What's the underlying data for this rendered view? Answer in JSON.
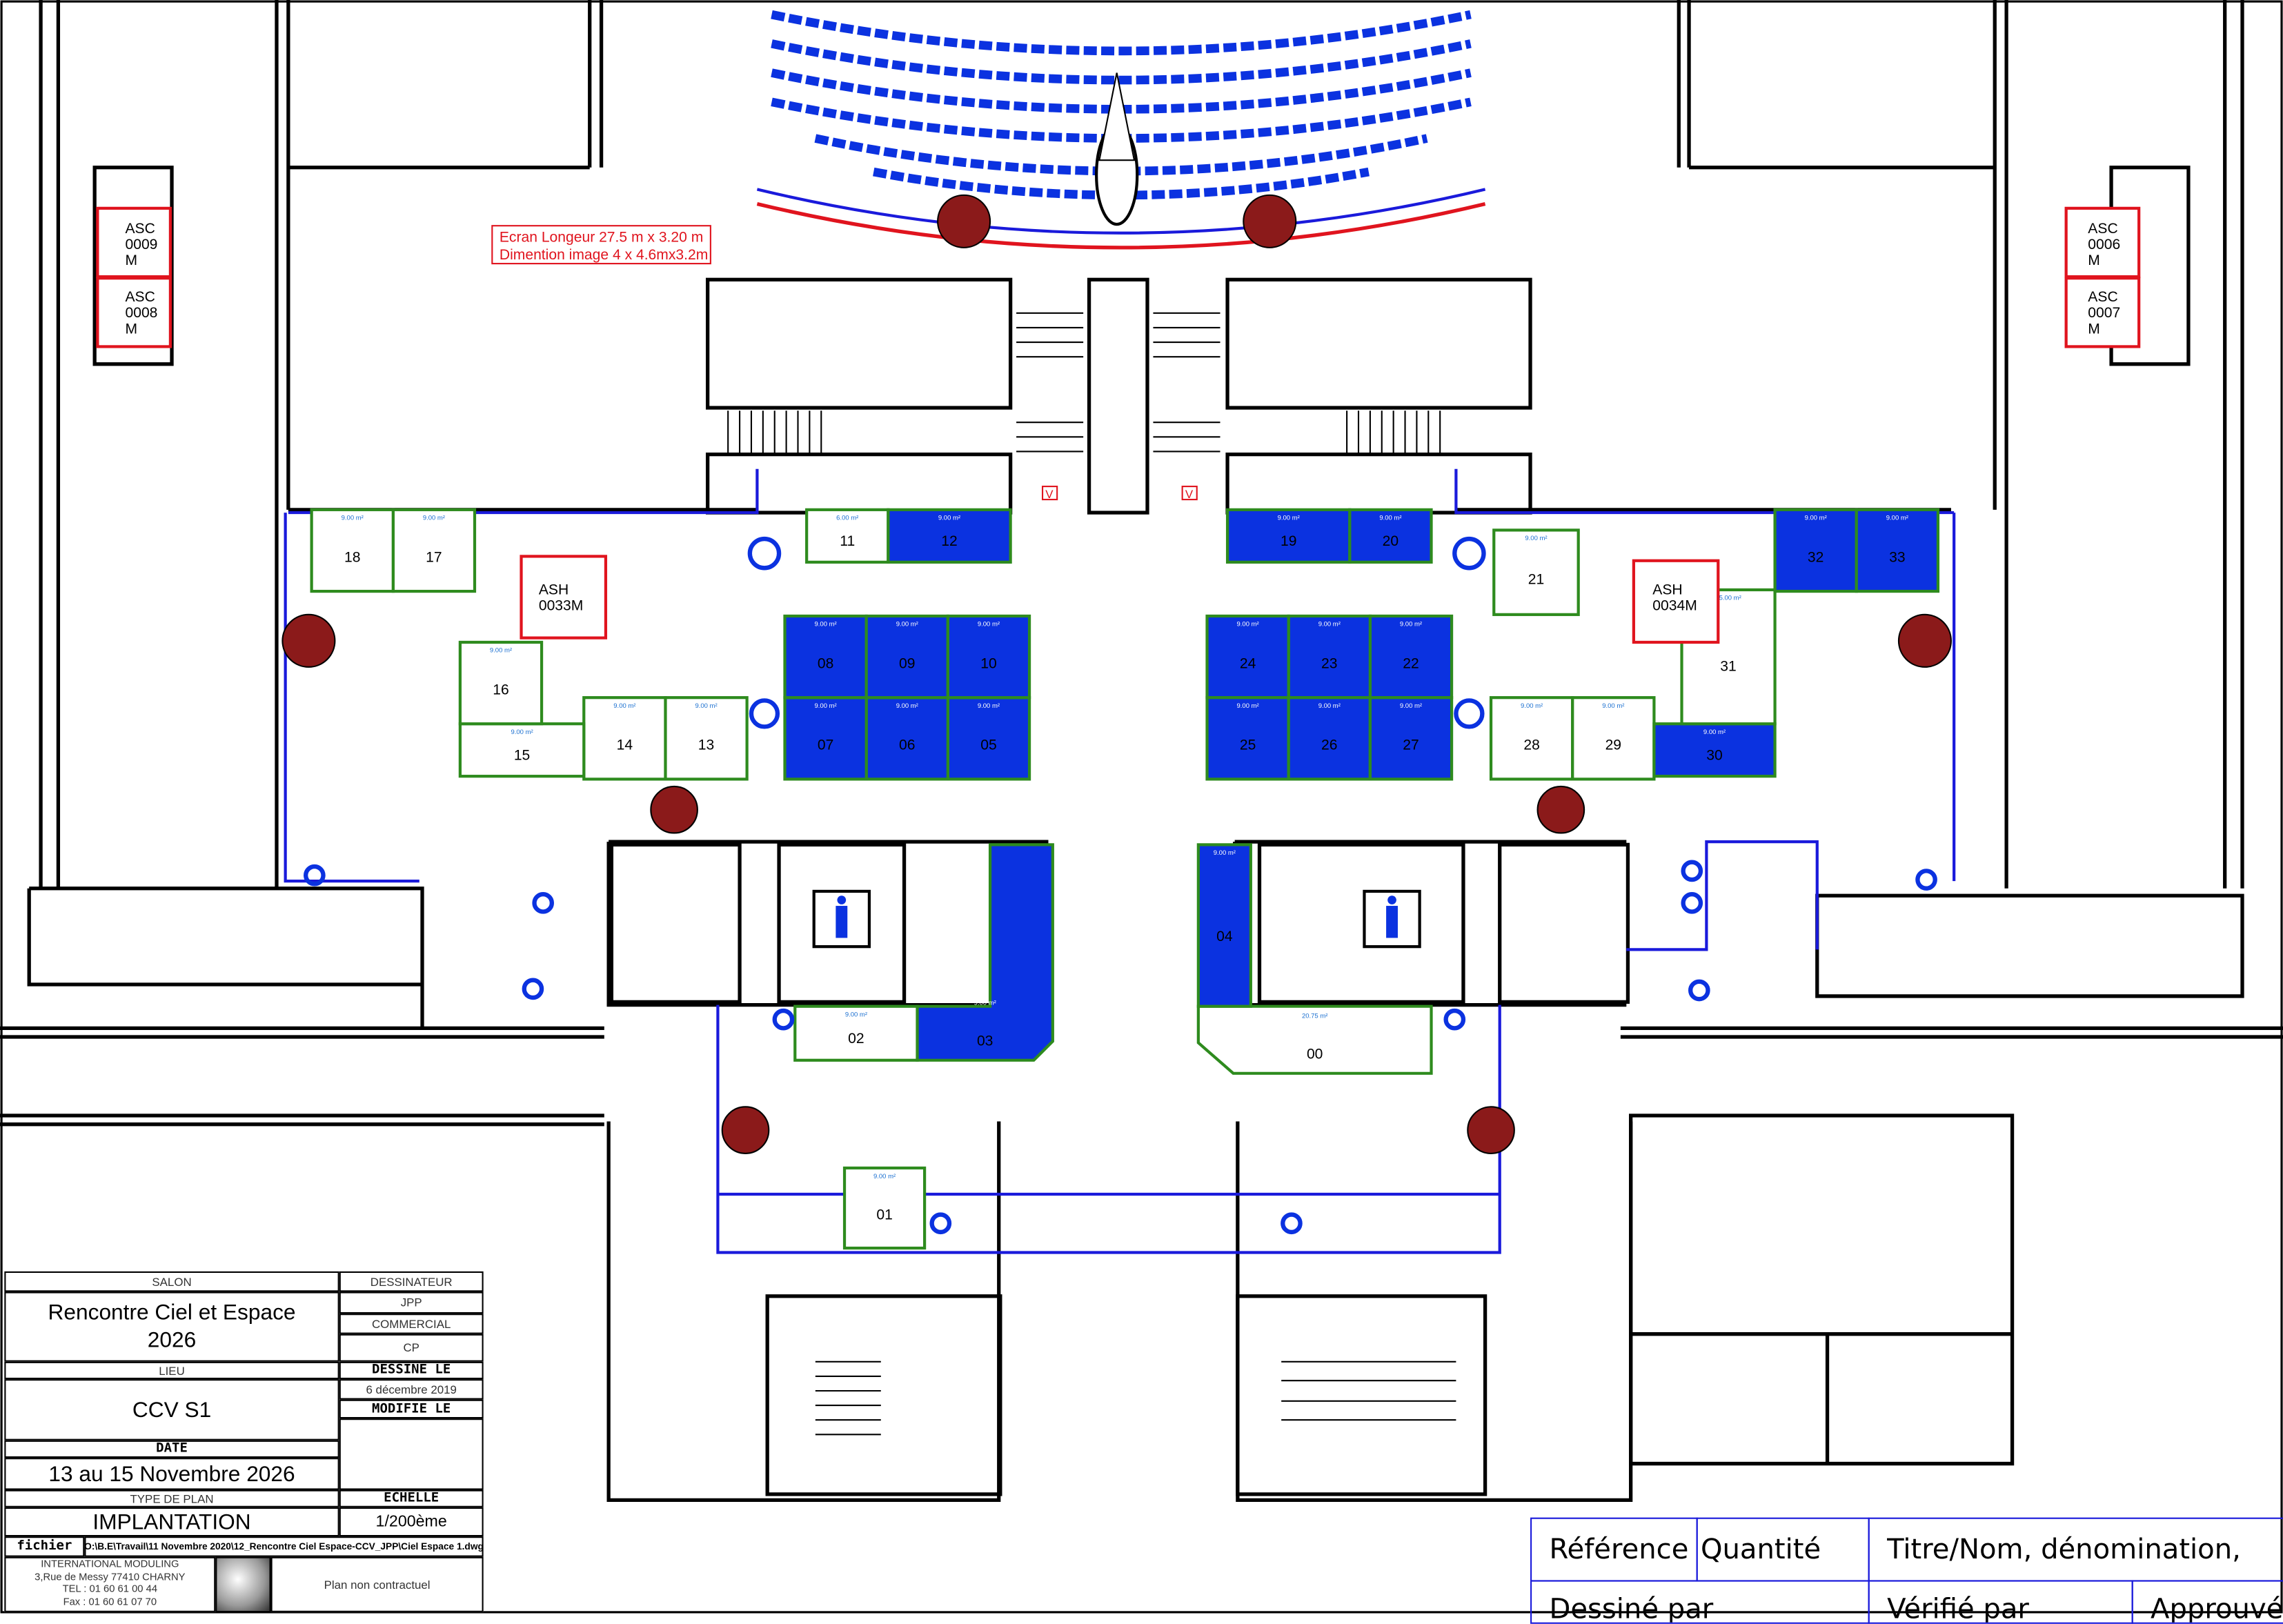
{
  "plan": {
    "screen_note_line1": "Ecran Longeur 27.5 m x 3.20 m",
    "screen_note_line2": "Dimention image 4 x 4.6mx3.2m",
    "elevators": [
      {
        "label": "ASC\n0009\nM"
      },
      {
        "label": "ASC\n0008\nM"
      },
      {
        "label": "ASC\n0006\nM"
      },
      {
        "label": "ASC\n0007\nM"
      }
    ],
    "ash": [
      {
        "label": "ASH\n0033M"
      },
      {
        "label": "ASH\n0034M"
      }
    ],
    "v_marker": "V"
  },
  "booths": [
    {
      "id": "00",
      "area": "20.75 m²",
      "occupied": false
    },
    {
      "id": "01",
      "area": "9.00 m²",
      "occupied": false
    },
    {
      "id": "02",
      "area": "9.00 m²",
      "occupied": false
    },
    {
      "id": "03",
      "area": "9.00 m²",
      "occupied": true
    },
    {
      "id": "04",
      "area": "9.00 m²",
      "occupied": true
    },
    {
      "id": "05",
      "area": "9.00 m²",
      "occupied": true
    },
    {
      "id": "06",
      "area": "9.00 m²",
      "occupied": true
    },
    {
      "id": "07",
      "area": "9.00 m²",
      "occupied": true
    },
    {
      "id": "08",
      "area": "9.00 m²",
      "occupied": true
    },
    {
      "id": "09",
      "area": "9.00 m²",
      "occupied": true
    },
    {
      "id": "10",
      "area": "9.00 m²",
      "occupied": true
    },
    {
      "id": "11",
      "area": "6.00 m²",
      "occupied": false
    },
    {
      "id": "12",
      "area": "9.00 m²",
      "occupied": true
    },
    {
      "id": "13",
      "area": "9.00 m²",
      "occupied": false
    },
    {
      "id": "14",
      "area": "9.00 m²",
      "occupied": false
    },
    {
      "id": "15",
      "area": "9.00 m²",
      "occupied": false
    },
    {
      "id": "16",
      "area": "9.00 m²",
      "occupied": false
    },
    {
      "id": "17",
      "area": "9.00 m²",
      "occupied": false
    },
    {
      "id": "18",
      "area": "9.00 m²",
      "occupied": false
    },
    {
      "id": "19",
      "area": "9.00 m²",
      "occupied": true
    },
    {
      "id": "20",
      "area": "9.00 m²",
      "occupied": true
    },
    {
      "id": "21",
      "area": "9.00 m²",
      "occupied": false
    },
    {
      "id": "22",
      "area": "9.00 m²",
      "occupied": true
    },
    {
      "id": "23",
      "area": "9.00 m²",
      "occupied": true
    },
    {
      "id": "24",
      "area": "9.00 m²",
      "occupied": true
    },
    {
      "id": "25",
      "area": "9.00 m²",
      "occupied": true
    },
    {
      "id": "26",
      "area": "9.00 m²",
      "occupied": true
    },
    {
      "id": "27",
      "area": "9.00 m²",
      "occupied": true
    },
    {
      "id": "28",
      "area": "9.00 m²",
      "occupied": false
    },
    {
      "id": "29",
      "area": "9.00 m²",
      "occupied": false
    },
    {
      "id": "30",
      "area": "9.00 m²",
      "occupied": true
    },
    {
      "id": "31",
      "area": "15.00 m²",
      "occupied": false
    },
    {
      "id": "32",
      "area": "9.00 m²",
      "occupied": true
    },
    {
      "id": "33",
      "area": "9.00 m²",
      "occupied": true
    }
  ],
  "colors": {
    "occupied": "#0b32e0",
    "booth_border": "#2e8b1e",
    "wall": "#000000",
    "route": "#1a1adb",
    "safety": "#e0141e"
  },
  "title_block": {
    "salon_label": "SALON",
    "salon": "Rencontre Ciel et Espace 2026",
    "lieu_label": "LIEU",
    "lieu": "CCV S1",
    "date_label": "DATE",
    "date": "13 au 15 Novembre 2026",
    "type_label": "TYPE DE PLAN",
    "type": "IMPLANTATION",
    "dessinateur_label": "DESSINATEUR",
    "dessinateur": "JPP",
    "commercial_label": "COMMERCIAL",
    "commercial": "CP",
    "dessine_le_label": "DESSINE LE",
    "dessine_le": "6 décembre 2019",
    "modifie_le_label": "MODIFIE LE",
    "echelle_label": "ECHELLE",
    "echelle": "1/200ème",
    "fichier_label": "fichier",
    "fichier": "O:\\B.E\\Travail\\11 Novembre 2020\\12_Rencontre Ciel Espace-CCV_JPP\\Ciel Espace 1.dwg",
    "company": "INTERNATIONAL MODULING",
    "address": "3,Rue de Messy 77410 CHARNY",
    "tel": "TEL : 01 60 61 00 44",
    "fax": "Fax : 01 60 61 07 70",
    "disclaimer": "Plan non contractuel"
  },
  "ref_table": {
    "reference": "Référence",
    "quantite": "Quantité",
    "titre": "Titre/Nom, dénomination,",
    "dessine_par": "Dessiné par",
    "verifie_par": "Vérifié par",
    "approuve": "Approuvé"
  }
}
